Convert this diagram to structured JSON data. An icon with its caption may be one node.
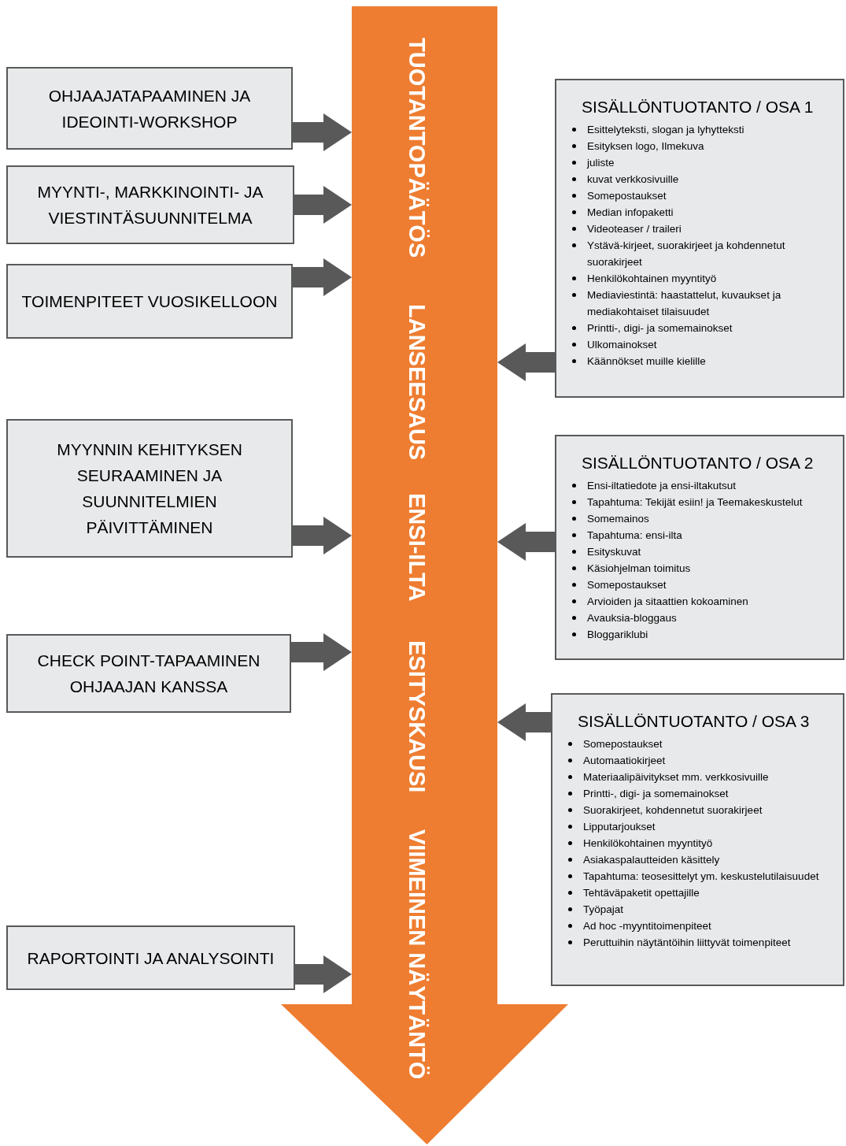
{
  "diagram": {
    "nodes": [
      {
        "text": [
          "TUOTANTOPÄÄTÖS",
          "LANSEESAUS",
          "ENSI-ILTA",
          "ESITYSKAUSI",
          "VIIMEINEN NÄYTÄNTÖ"
        ]
      },
      {
        "text": [
          "OHJAAJATAPAAMINEN JA IDEOINTI-WORKSHOP"
        ]
      },
      {
        "text": [
          "MYYNTI-, MARKKINOINTI- JA VIESTINTÄSUUNNITELMA"
        ]
      },
      {
        "text": [
          "TOIMENPITEET VUOSIKELLOON"
        ]
      },
      {
        "text": [
          "MYYNNIN KEHITYKSEN SEURAAMINEN JA SUUNNITELMIEN PÄIVITTÄMINEN"
        ]
      },
      {
        "text": [
          "CHECK POINT-TAPAAMINEN OHJAAJAN KANSSA"
        ]
      },
      {
        "text": [
          "RAPORTOINTI JA ANALYSOINTI"
        ]
      },
      {
        "text": [
          "SISÄLLÖNTUOTANTO / OSA 1",
          "Esittelyteksti, slogan ja lyhytteksti",
          "Esityksen logo, Ilmekuva",
          "juliste",
          "kuvat verkkosivuille",
          "Somepostaukset",
          "Median infopaketti",
          "Videoteaser / traileri",
          "Ystävä-kirjeet, suorakirjeet ja kohdennetut suorakirjeet",
          "Henkilökohtainen myyntityö",
          "Mediaviestintä: haastattelut, kuvaukset ja mediakohtaiset tilaisuudet",
          "Printti-, digi- ja somemainokset",
          "Ulkomainokset",
          "Käännökset muille kielille"
        ]
      },
      {
        "text": [
          "SISÄLLÖNTUOTANTO / OSA 2",
          "Ensi-iltatiedote ja ensi-iltakutsut",
          "Tapahtuma: Tekijät esiin! ja Teemakeskustelut",
          "Somemainos",
          "Tapahtuma: ensi-ilta",
          "Esityskuvat",
          "Käsiohjelman toimitus",
          "Somepostaukset",
          "Arvioiden ja sitaattien kokoaminen",
          "Avauksia-bloggaus",
          "Bloggariklubi"
        ]
      },
      {
        "text": [
          "SISÄLLÖNTUOTANTO / OSA 3",
          "Somepostaukset",
          "Automaatiokirjeet",
          "Materiaalipäivitykset mm. verkkosivuille",
          "Printti-, digi- ja somemainokset",
          "Suorakirjeet, kohdennetut suorakirjeet",
          "Lipputarjoukset",
          "Henkilökohtainen myyntityö",
          "Asiakaspalautteiden käsittely",
          "Tapahtuma: teosesittelyt ym. keskustelutilaisuudet",
          "Tehtäväpaketit opettajille",
          "Työpajat",
          "Ad hoc -myyntitoimenpiteet",
          "Peruttuihin näytäntöihin liittyvät toimenpiteet"
        ]
      }
    ],
    "edges": [
      {
        "from": 1,
        "to": 0,
        "arrow": "to",
        "style": "thick"
      },
      {
        "from": 2,
        "to": 0,
        "arrow": "to",
        "style": "thick"
      },
      {
        "from": 3,
        "to": 0,
        "arrow": "to",
        "style": "thick"
      },
      {
        "from": 4,
        "to": 0,
        "arrow": "to",
        "style": "thick"
      },
      {
        "from": 5,
        "to": 0,
        "arrow": "to",
        "style": "thick"
      },
      {
        "from": 6,
        "to": 0,
        "arrow": "to",
        "style": "thick"
      },
      {
        "from": 7,
        "to": 0,
        "arrow": "to",
        "style": "thick"
      },
      {
        "from": 8,
        "to": 0,
        "arrow": "to",
        "style": "thick"
      },
      {
        "from": 9,
        "to": 0,
        "arrow": "to",
        "style": "thick"
      }
    ]
  }
}
